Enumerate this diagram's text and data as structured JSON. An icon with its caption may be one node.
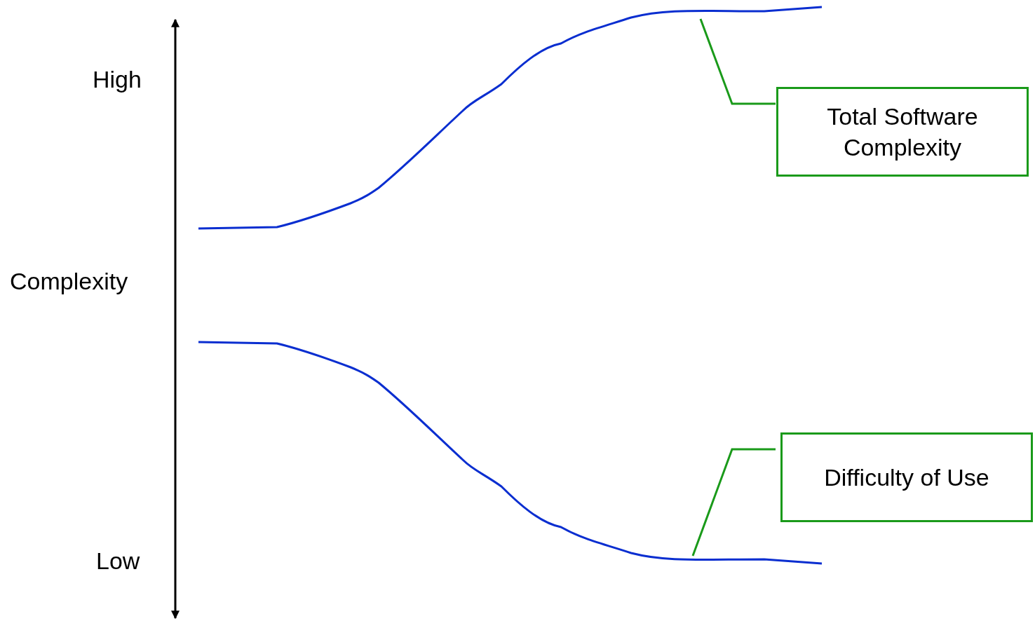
{
  "diagram": {
    "nodes": [
      {
        "text": [],
        "shape": "curve"
      },
      {
        "text": [
          "Total Software Complexity"
        ]
      },
      {
        "text": [],
        "shape": "curve"
      },
      {
        "text": [
          "Difficulty of Use"
        ]
      }
    ],
    "edges": [
      {
        "from": 1,
        "to": 0,
        "arrow": "none"
      },
      {
        "from": 3,
        "to": 2,
        "arrow": "none"
      }
    ],
    "labels": [
      "High",
      "Complexity",
      "Low"
    ]
  }
}
